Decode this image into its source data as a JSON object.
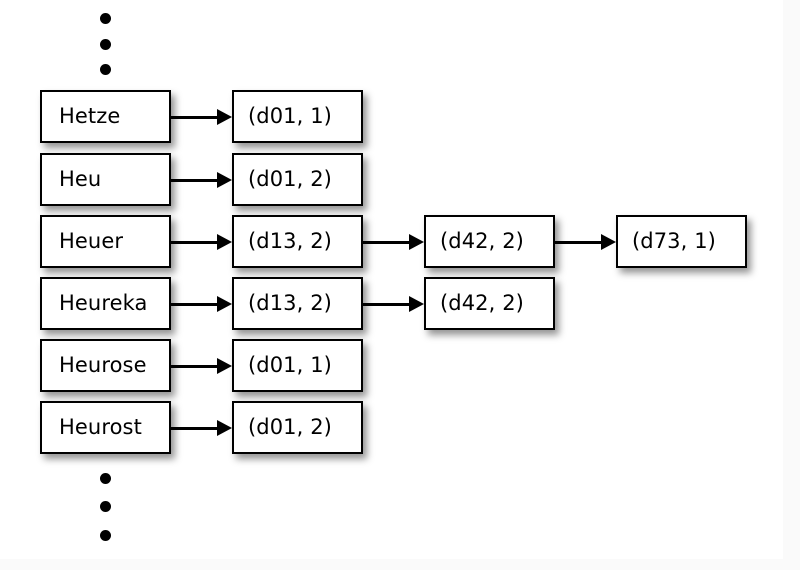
{
  "diagram": {
    "title": "Dictionary to postings-list chain",
    "background_color": "#fafafa",
    "surface_color": "#ffffff",
    "box_fill": "#ffffff",
    "box_border": "#000000",
    "text_color": "#000000"
  },
  "ellipsis": {
    "top_label": "vertical-ellipsis-above-dictionary",
    "bottom_label": "vertical-ellipsis-below-dictionary",
    "dot_count": 3
  },
  "dictionary": {
    "column_label": "dictionary-terms",
    "terms": [
      {
        "label": "Hetze"
      },
      {
        "label": "Heu"
      },
      {
        "label": "Heuer"
      },
      {
        "label": "Heureka"
      },
      {
        "label": "Heurose"
      },
      {
        "label": "Heurost"
      }
    ]
  },
  "postings": {
    "column_label": "first-postings-column",
    "entries": [
      {
        "label": "(d01, 1)"
      },
      {
        "label": "(d01, 2)"
      },
      {
        "label": "(d13, 2)"
      },
      {
        "label": "(d13, 2)"
      },
      {
        "label": "(d01, 1)"
      },
      {
        "label": "(d01, 2)"
      }
    ]
  },
  "postings_second": {
    "column_label": "second-postings-column",
    "entries": [
      {
        "label": "(d42, 2)"
      },
      {
        "label": "(d42, 2)"
      }
    ]
  },
  "postings_third": {
    "column_label": "third-postings-column",
    "entries": [
      {
        "label": "(d73, 1)"
      }
    ]
  },
  "edges": [
    {
      "from": "Hetze",
      "to": "(d01, 1)"
    },
    {
      "from": "Heu",
      "to": "(d01, 2)"
    },
    {
      "from": "Heuer",
      "to": "(d13, 2)"
    },
    {
      "from": "Heureka",
      "to": "(d13, 2)"
    },
    {
      "from": "Heurose",
      "to": "(d01, 1)"
    },
    {
      "from": "Heurost",
      "to": "(d01, 2)"
    },
    {
      "from": "(d13, 2)",
      "to": "(d42, 2)"
    },
    {
      "from": "(d13, 2)",
      "to": "(d42, 2)"
    },
    {
      "from": "(d42, 2)",
      "to": "(d73, 1)"
    }
  ]
}
